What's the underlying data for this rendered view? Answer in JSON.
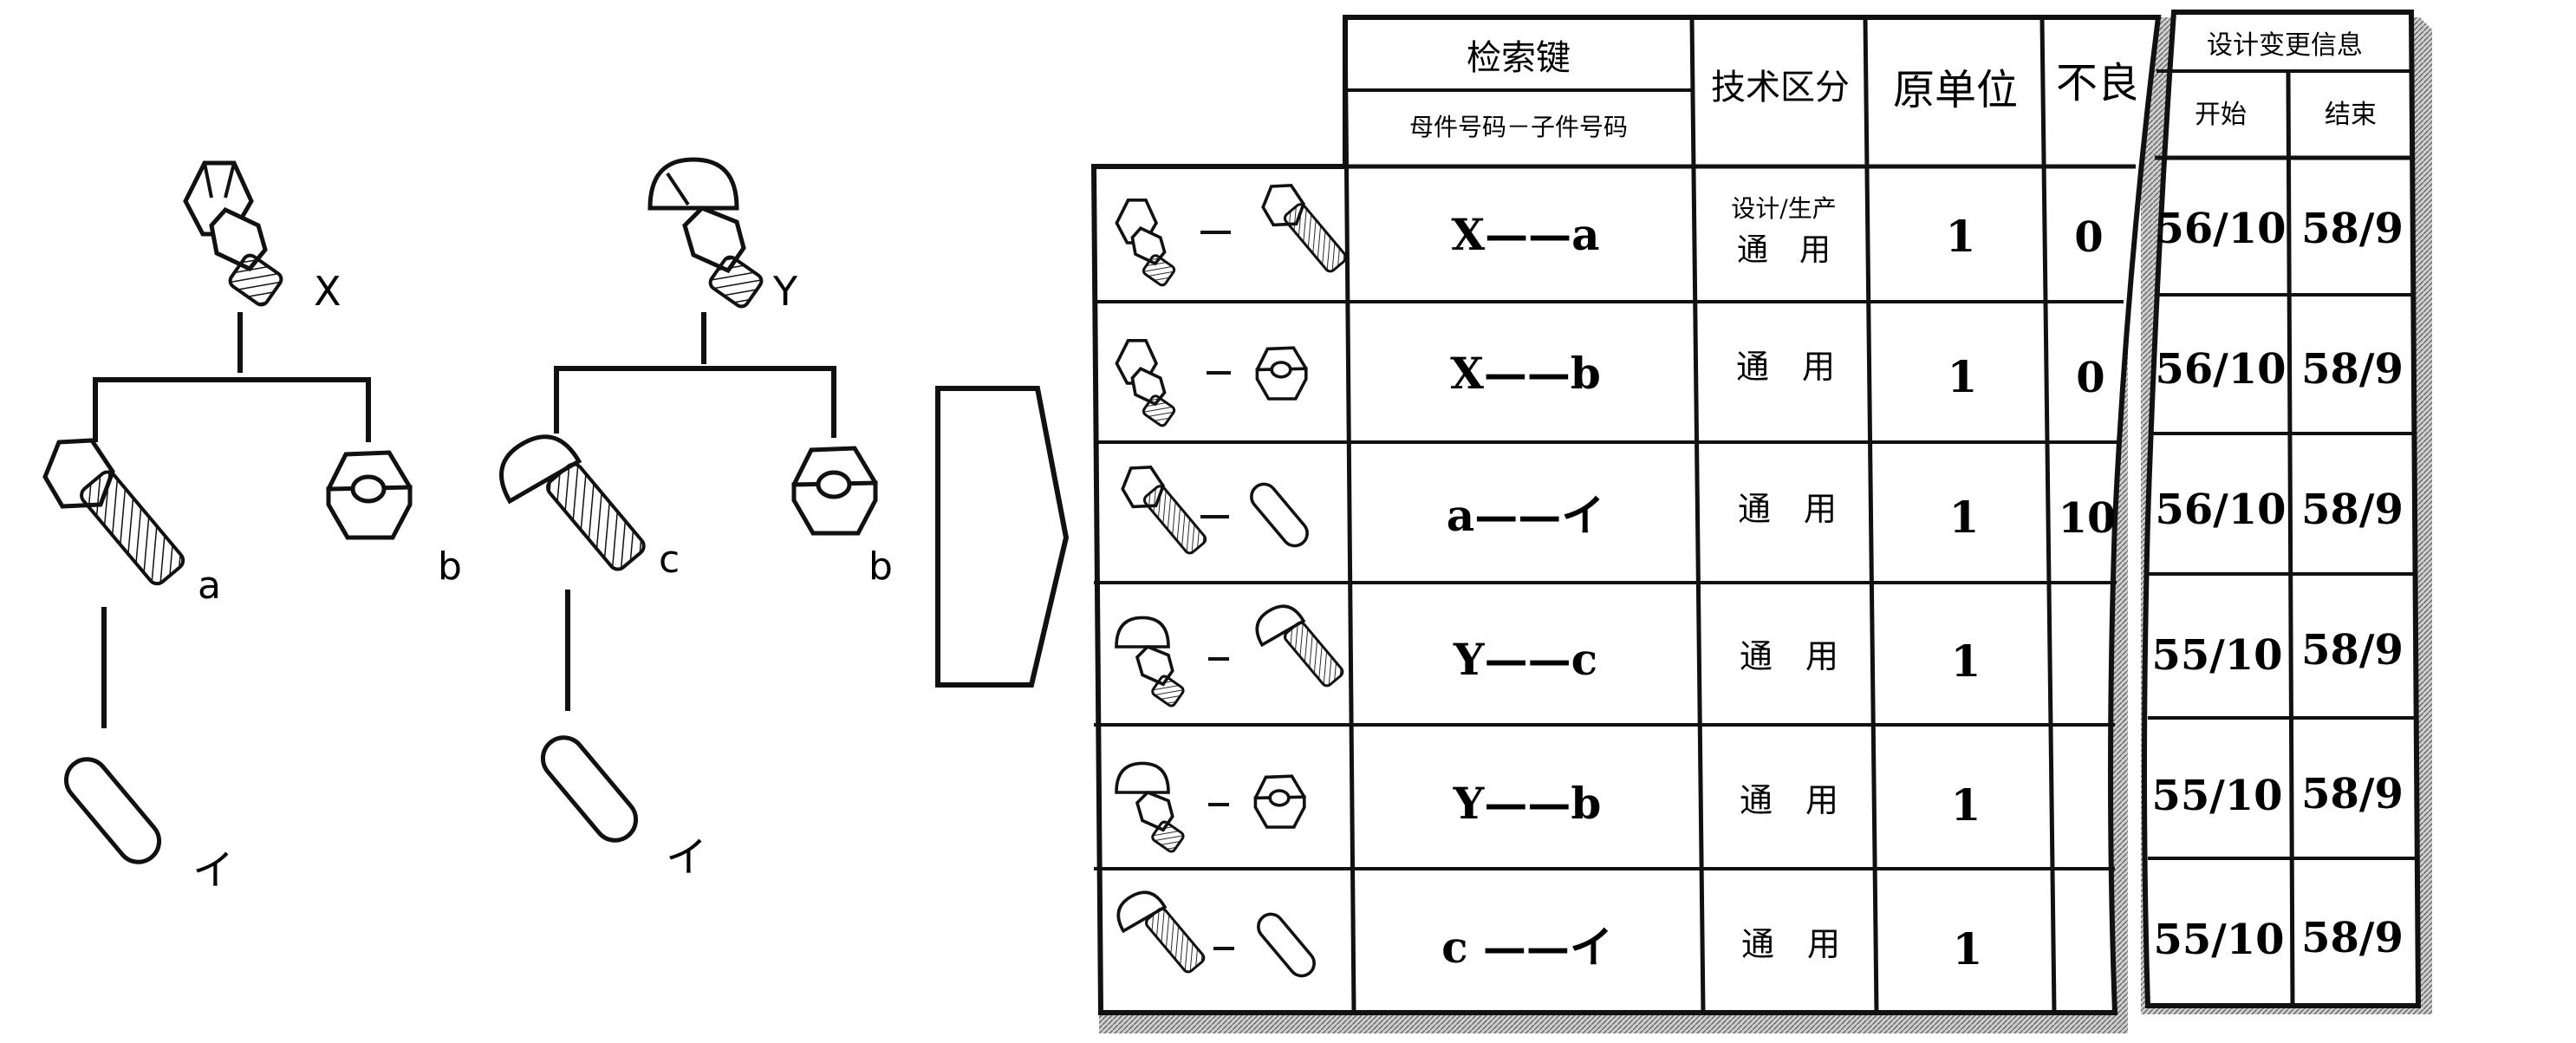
{
  "title_fragment": "",
  "tree_x": {
    "parent_label": "X",
    "children": [
      {
        "label": "a",
        "part": "hex-bolt"
      },
      {
        "label": "b",
        "part": "hex-nut"
      }
    ],
    "grandchild": {
      "label": "イ",
      "part": "pin"
    }
  },
  "tree_y": {
    "parent_label": "Y",
    "children": [
      {
        "label": "c",
        "part": "round-head-bolt"
      },
      {
        "label": "b",
        "part": "hex-nut"
      }
    ],
    "grandchild": {
      "label": "イ",
      "part": "pin"
    }
  },
  "table": {
    "headers": {
      "search_key": "检索键",
      "search_key_sub": "母件号码－子件号码",
      "tech_class": "技术区分",
      "unit": "原单位",
      "defect_partial": "不良",
      "change_info": "设计变更信息",
      "start": "开始",
      "end": "结束"
    },
    "rows": [
      {
        "icon_parent": "hex-bolt-nut-assembly",
        "icon_child": "hex-bolt",
        "key": "X——a",
        "tech_line1": "设计/生产",
        "tech_line2": "通　用",
        "unit": "1",
        "defect": "0",
        "start": "56/10",
        "end": "58/9"
      },
      {
        "icon_parent": "hex-bolt-nut-assembly",
        "icon_child": "hex-nut",
        "key": "X——b",
        "tech_line1": "",
        "tech_line2": "通　用",
        "unit": "1",
        "defect": "0",
        "start": "56/10",
        "end": "58/9"
      },
      {
        "icon_parent": "hex-bolt",
        "icon_child": "pin",
        "key": "a——イ",
        "tech_line1": "",
        "tech_line2": "通　用",
        "unit": "1",
        "defect": "10",
        "start": "56/10",
        "end": "58/9"
      },
      {
        "icon_parent": "round-head-assembly",
        "icon_child": "round-head-bolt",
        "key": "Y——c",
        "tech_line1": "",
        "tech_line2": "通　用",
        "unit": "1",
        "defect": "",
        "start": "55/10",
        "end": "58/9"
      },
      {
        "icon_parent": "round-head-assembly",
        "icon_child": "hex-nut",
        "key": "Y——b",
        "tech_line1": "",
        "tech_line2": "通　用",
        "unit": "1",
        "defect": "",
        "start": "55/10",
        "end": "58/9"
      },
      {
        "icon_parent": "round-head-bolt",
        "icon_child": "pin",
        "key": "c ——イ",
        "tech_line1": "",
        "tech_line2": "通　用",
        "unit": "1",
        "defect": "",
        "start": "55/10",
        "end": "58/9"
      }
    ]
  }
}
